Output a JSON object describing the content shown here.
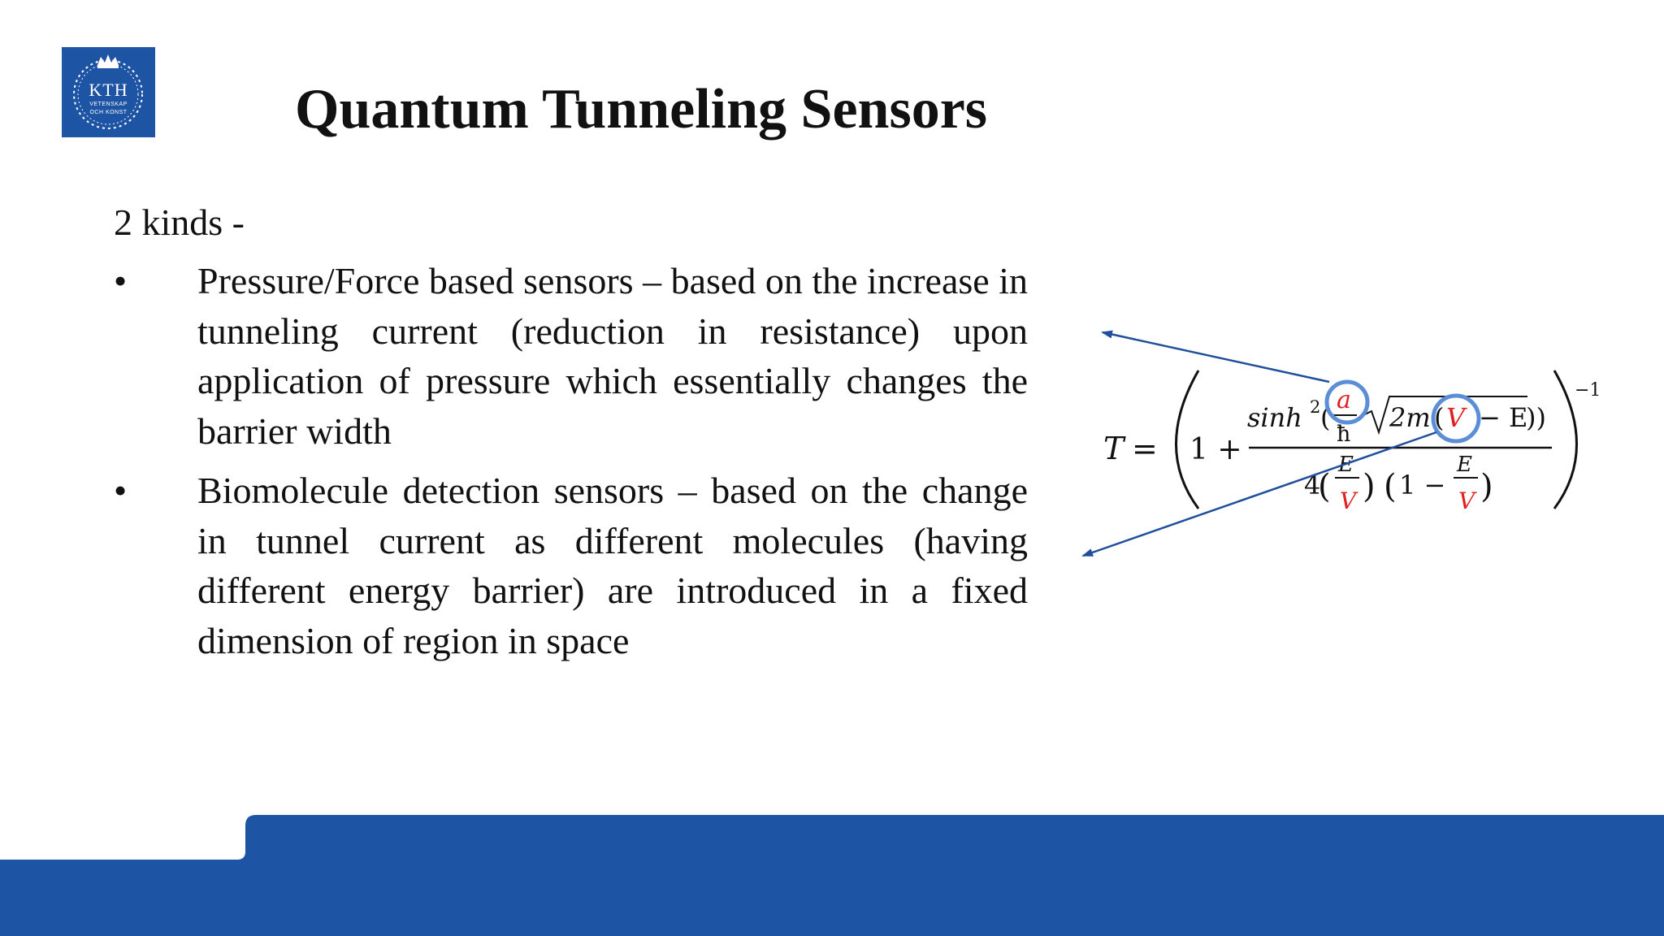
{
  "logo": {
    "name": "KTH",
    "line1": "VETENSKAP",
    "line2": "OCH KONST"
  },
  "slide": {
    "title": "Quantum Tunneling Sensors",
    "intro": "2 kinds -"
  },
  "bullets": [
    {
      "symbol": "•",
      "text": "Pressure/Force based sensors – based on the increase in tunneling current (reduction in resistance) upon application of pressure which essentially changes the barrier width"
    },
    {
      "symbol": "•",
      "text": "Biomolecule detection sensors – based on the change in tunnel current as different molecules (having different energy barrier) are introduced in a fixed dimension of region in space"
    }
  ],
  "formula": {
    "lhs": "T",
    "eq": "=",
    "one_plus": "1 +",
    "sinh": "sinh",
    "sq": "2",
    "a": "a",
    "hbar": "ħ",
    "twom": "2m",
    "V": "V",
    "minusE": "− E",
    "closeparens": "))",
    "four": "4",
    "E": "E",
    "one_minus": "1 −",
    "exponent": "−1"
  },
  "colors": {
    "brand": "#1d54a4",
    "highlight": "#e02020",
    "annotation": "#5b8ed6",
    "arrow": "#1f4f9c"
  }
}
